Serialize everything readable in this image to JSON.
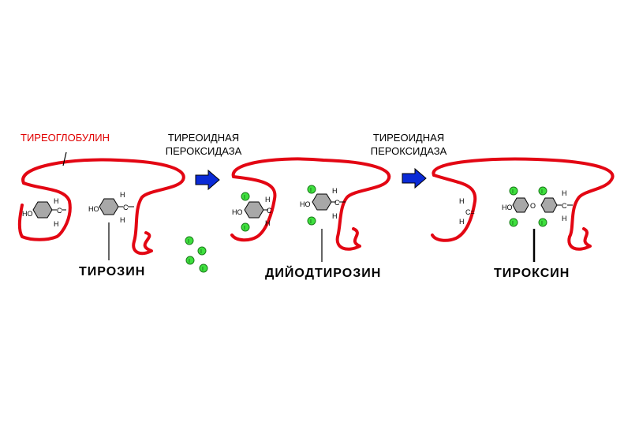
{
  "labels": {
    "thyroglobulin": "ТИРЕОГЛОБУЛИН",
    "peroxidase_1_line1": "ТИРЕОИДНАЯ",
    "peroxidase_1_line2": "ПЕРОКСИДАЗА",
    "peroxidase_2_line1": "ТИРЕОИДНАЯ",
    "peroxidase_2_line2": "ПЕРОКСИДАЗА",
    "tyrosine": "ТИРОЗИН",
    "diiodotyrosine": "ДИЙОДТИРОЗИН",
    "thyroxine": "ТИРОКСИН"
  },
  "molecule_text": {
    "ho": "HO",
    "c": "C",
    "h": "H",
    "iodine": "I",
    "oxygen": "O",
    "double_bond_c": "C="
  },
  "colors": {
    "protein_loop": "#e30613",
    "thyroglobulin_label": "#e00000",
    "iodine": "#3ee03e",
    "arrow": "#0a2ad6",
    "benzene_ring": "#a8a8a8"
  },
  "icons": {
    "step_arrow": "blue-right-arrow-icon",
    "iodine_atom": "green-circle-icon"
  }
}
